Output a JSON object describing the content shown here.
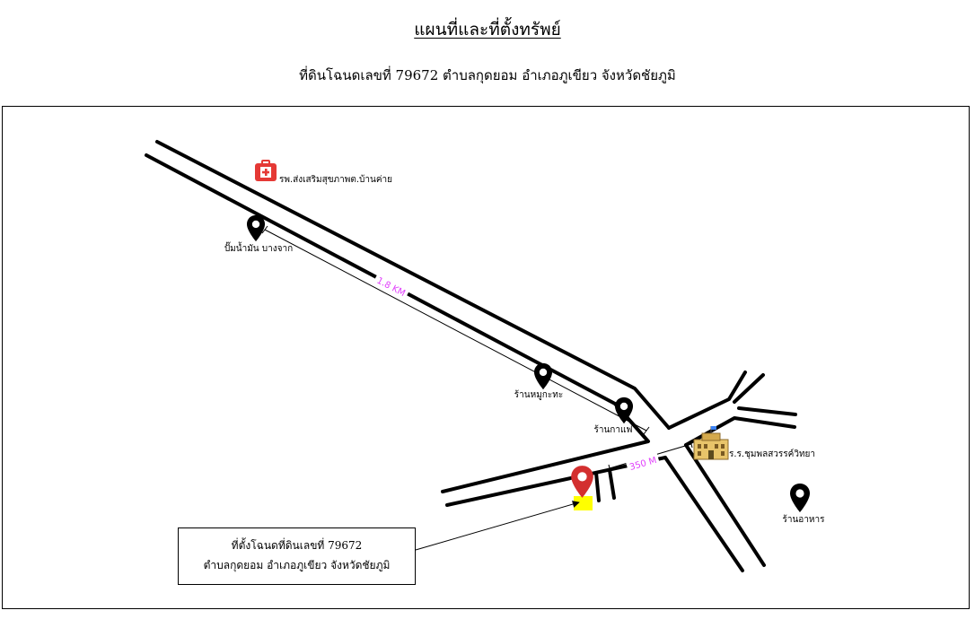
{
  "title": "แผนที่และที่ตั้งทรัพย์",
  "subtitle": "ที่ดินโฉนดเลขที่ 79672 ตำบลกุดยอม  อำเภอภูเขียว  จังหวัดชัยภูมิ",
  "landmarks": {
    "hospital": "รพ.ส่งเสริมสุขภาพต.บ้านค่าย",
    "gas_station": "ปั๊มน้ำมัน บางจาก",
    "moo_kata": "ร้านหมูกะทะ",
    "coffee_shop": "ร้านกาแฟ",
    "school": "ร.ร.ชุมพลสวรรค์วิทยา",
    "restaurant": "ร้านอาหาร"
  },
  "distances": {
    "to_gas_station": "1.8 KM",
    "to_school": "350 M"
  },
  "callout": {
    "line1": "ที่ตั้งโฉนดที่ดินเลขที่ 79672",
    "line2": "ตำบลกุดยอม  อำเภอภูเขียว  จังหวัดชัยภูมิ"
  },
  "colors": {
    "road": "#000000",
    "property_pin": "#d32f2f",
    "property_marker": "#ffff00",
    "distance_text": "#e040fb",
    "hospital": "#e53935",
    "school": "#c8a45a"
  },
  "icons": [
    "hospital-icon",
    "location-pin-icon",
    "school-icon",
    "property-pin-icon"
  ]
}
